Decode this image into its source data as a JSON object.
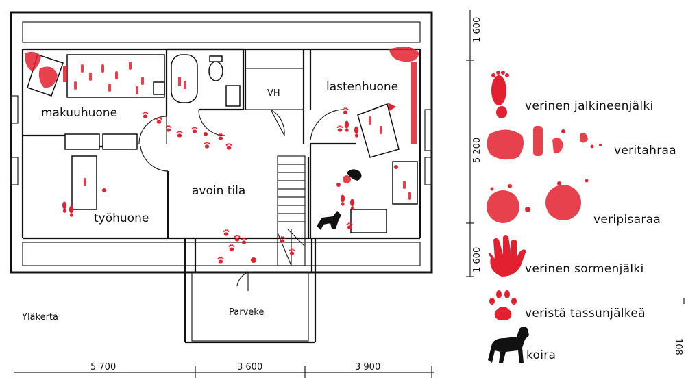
{
  "plan": {
    "floor_label": "Yläkerta",
    "rooms": {
      "bedroom": "makuuhuone",
      "office": "työhuone",
      "open_space": "avoin tila",
      "kids_room": "lastenhuone",
      "closet": "VH",
      "balcony": "Parveke"
    },
    "dimensions": {
      "bottom": [
        "5 700",
        "3 600",
        "3 900"
      ],
      "side": [
        "1 600",
        "5 200",
        "1 600"
      ]
    },
    "page_mark": "108"
  },
  "legend": {
    "items": [
      {
        "icon": "footprint-icon",
        "label": "verinen jalkineenjälki"
      },
      {
        "icon": "bloodstain-icon",
        "label": "veritahraa"
      },
      {
        "icon": "blood-drop-icon",
        "label": "veripisaraa"
      },
      {
        "icon": "handprint-icon",
        "label": "verinen sormenjälki"
      },
      {
        "icon": "paw-print-icon",
        "label": "veristä tassunjälkeä"
      },
      {
        "icon": "dog-icon",
        "label": "koira"
      }
    ]
  },
  "colors": {
    "blood": "#e3202f",
    "line": "#111111"
  }
}
